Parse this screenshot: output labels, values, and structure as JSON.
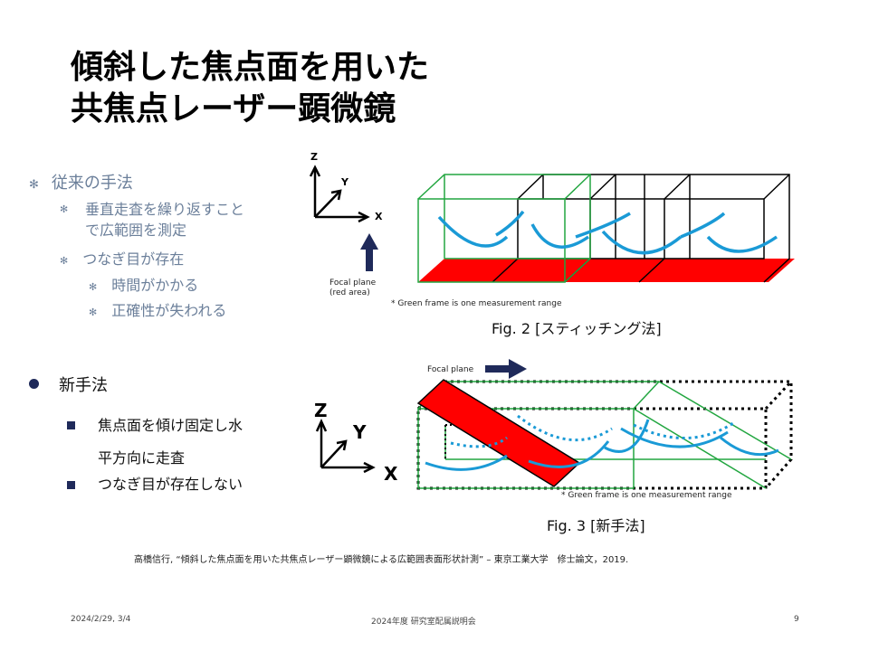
{
  "title": {
    "line1": "傾斜した焦点面を用いた",
    "line2": "共焦点レーザー顕微鏡"
  },
  "conventional": {
    "heading": "従来の手法",
    "items": [
      {
        "text1": "垂直走査を繰り返すこと",
        "text2": "で広範囲を測定"
      },
      {
        "text1": "つなぎ目が存在"
      }
    ],
    "subitems": [
      "時間がかかる",
      "正確性が失われる"
    ]
  },
  "new_method": {
    "heading": "新手法",
    "items": [
      {
        "text1": "焦点面を傾け固定し水",
        "text2": "平方向に走査"
      },
      {
        "text1": "つなぎ目が存在しない"
      }
    ]
  },
  "fig2": {
    "axes": {
      "z": "Z",
      "y": "Y",
      "x": "X"
    },
    "focal_label1": "Focal plane",
    "focal_label2": "(red area)",
    "note": "* Green frame is one measurement range",
    "caption": "Fig. 2 [スティッチング法]"
  },
  "fig3": {
    "axes": {
      "z": "Z",
      "y": "Y",
      "x": "X"
    },
    "focal_label": "Focal plane",
    "note": "* Green frame is one measurement range",
    "caption": "Fig. 3 [新手法]"
  },
  "reference": "高橋信行, “傾斜した焦点面を用いた共焦点レーザー顕微鏡による広範囲表面形状計測” – 東京工業大学　修士論文，2019.",
  "footer": {
    "date": "2024/2/29, 3/4",
    "center": "2024年度 研究室配属説明会",
    "page": "9"
  },
  "colors": {
    "red": "#ff0000",
    "green": "#22a640",
    "blue": "#1a9ad6",
    "navy": "#1f2a5a"
  },
  "icons": {
    "bullet_conventional": "asterisk",
    "bullet_new": "filled-circle",
    "bullet_new_sub": "filled-square"
  }
}
